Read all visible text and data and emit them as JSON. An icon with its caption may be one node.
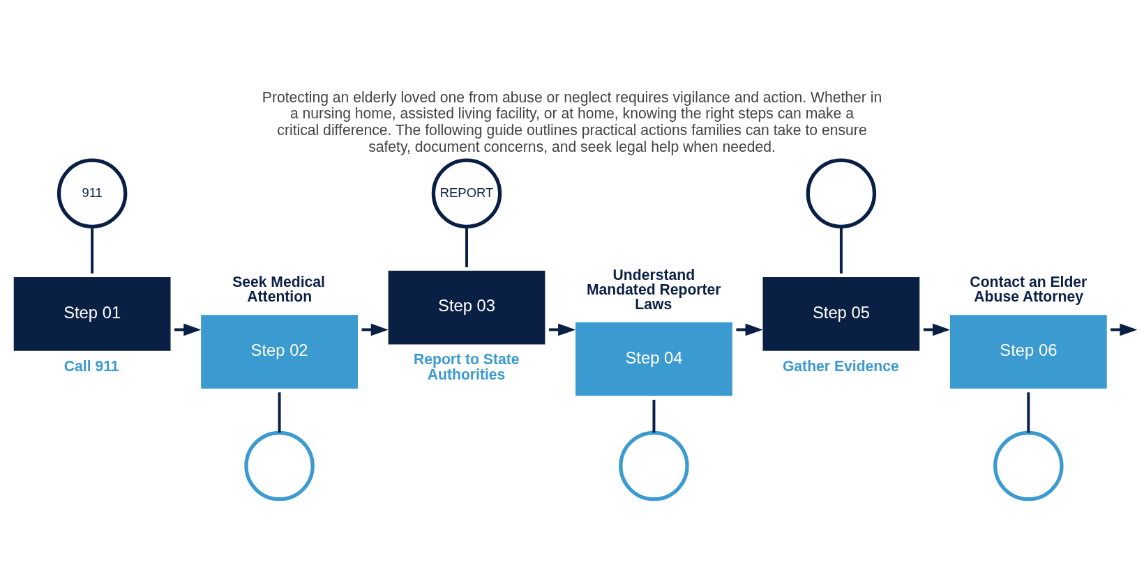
{
  "diagram": {
    "title": "Protecting an elderly loved one from abuse or neglect requires vigilance and action. Whether in a nursing home, assisted living facility, or at home, knowing the right steps can make a critical difference. The following guide outlines practical actions families can take to ensure safety, document concerns, and seek legal help when needed.",
    "nodes": [
      {
        "text": [
          "911"
        ]
      },
      {
        "text": [
          "Step 01",
          "Call 911"
        ]
      },
      {
        "text": [
          "Seek Medical Attention",
          "Step 02"
        ]
      },
      {
        "text": [],
        "shape": "circle"
      },
      {
        "text": [
          "REPORT"
        ]
      },
      {
        "text": [
          "Step 03",
          "Report to State Authorities"
        ]
      },
      {
        "text": [
          "Understand Mandated Reporter Laws",
          "Step 04"
        ]
      },
      {
        "text": [],
        "shape": "circle"
      },
      {
        "text": [],
        "shape": "circle"
      },
      {
        "text": [
          "Step 05",
          "Gather Evidence"
        ]
      },
      {
        "text": [
          "Contact an Elder Abuse Attorney",
          "Step 06"
        ]
      },
      {
        "text": [],
        "shape": "circle"
      }
    ],
    "edges": [
      {
        "from": 0,
        "to": 1,
        "arrow": "none"
      },
      {
        "from": 1,
        "to": 2,
        "arrow": "to"
      },
      {
        "from": 2,
        "to": 3,
        "arrow": "none"
      },
      {
        "from": 2,
        "to": 5,
        "arrow": "to"
      },
      {
        "from": 4,
        "to": 5,
        "arrow": "none"
      },
      {
        "from": 5,
        "to": 6,
        "arrow": "to"
      },
      {
        "from": 6,
        "to": 7,
        "arrow": "none"
      },
      {
        "from": 6,
        "to": 9,
        "arrow": "to"
      },
      {
        "from": 8,
        "to": 9,
        "arrow": "none"
      },
      {
        "from": 9,
        "to": 10,
        "arrow": "to"
      },
      {
        "from": 10,
        "to": 11,
        "arrow": "none"
      },
      {
        "from": 10,
        "to": null,
        "arrow": "to"
      }
    ]
  }
}
